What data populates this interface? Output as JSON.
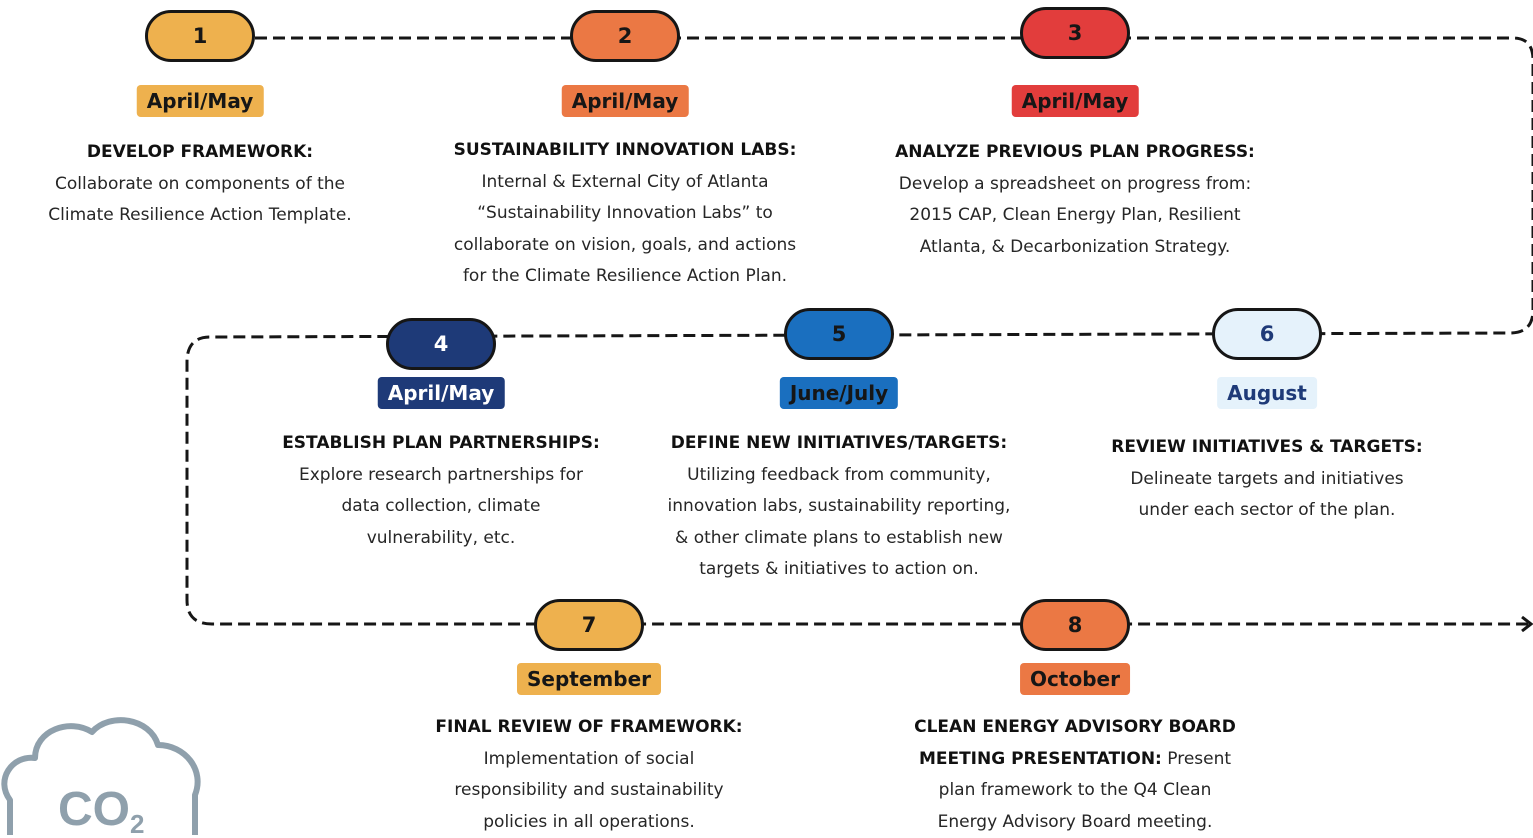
{
  "steps": [
    {
      "number": "1",
      "date": "April/May",
      "title": "DEVELOP FRAMEWORK:",
      "body": [
        "Collaborate on components of the",
        "Climate Resilience Action Template."
      ],
      "pill_color": "#EEB14E",
      "date_bg": "#EEB14E",
      "date_fg": "#161616",
      "num_fg": "#161616"
    },
    {
      "number": "2",
      "date": "April/May",
      "title": "SUSTAINABILITY INNOVATION LABS:",
      "body": [
        "Internal & External City of Atlanta",
        "“Sustainability Innovation Labs” to",
        "collaborate on vision, goals, and actions",
        "for the Climate Resilience Action Plan."
      ],
      "pill_color": "#EB7844",
      "date_bg": "#EB7844",
      "date_fg": "#161616",
      "num_fg": "#161616"
    },
    {
      "number": "3",
      "date": "April/May",
      "title": "ANALYZE PREVIOUS PLAN PROGRESS:",
      "body": [
        "Develop a spreadsheet on progress from:",
        "2015 CAP, Clean Energy Plan, Resilient",
        "Atlanta, & Decarbonization Strategy."
      ],
      "pill_color": "#E23D3C",
      "date_bg": "#E23D3C",
      "date_fg": "#161616",
      "num_fg": "#161616"
    },
    {
      "number": "4",
      "date": "April/May",
      "title": "ESTABLISH PLAN PARTNERSHIPS:",
      "body": [
        "Explore research partnerships for",
        "data collection, climate",
        "vulnerability, etc."
      ],
      "pill_color": "#1E3A78",
      "date_bg": "#1E3A78",
      "date_fg": "#ffffff",
      "num_fg": "#ffffff"
    },
    {
      "number": "5",
      "date": "June/July",
      "title": "DEFINE NEW INITIATIVES/TARGETS:",
      "body": [
        "Utilizing feedback from community,",
        "innovation labs, sustainability reporting,",
        "& other climate plans to establish new",
        "targets & initiatives to action on."
      ],
      "pill_color": "#1A6FBF",
      "date_bg": "#1A6FBF",
      "date_fg": "#161616",
      "num_fg": "#161616"
    },
    {
      "number": "6",
      "date": "August",
      "title": "REVIEW INITIATIVES & TARGETS:",
      "body": [
        "Delineate targets and initiatives",
        "under each sector of the plan."
      ],
      "pill_color": "#E5F2FB",
      "date_bg": "#E5F2FB",
      "date_fg": "#1E3A78",
      "num_fg": "#1E3A78"
    },
    {
      "number": "7",
      "date": "September",
      "title": "FINAL REVIEW OF FRAMEWORK:",
      "body": [
        "Implementation of social",
        "responsibility and sustainability",
        "policies in all operations."
      ],
      "pill_color": "#EEB14E",
      "date_bg": "#EEB14E",
      "date_fg": "#161616",
      "num_fg": "#161616"
    },
    {
      "number": "8",
      "date": "October",
      "title_lines": [
        "CLEAN ENERGY ADVISORY BOARD",
        "MEETING PRESENTATION:"
      ],
      "title_tail": " Present",
      "body": [
        "plan framework to the Q4 Clean",
        "Energy Advisory Board meeting."
      ],
      "pill_color": "#EB7844",
      "date_bg": "#EB7844",
      "date_fg": "#161616",
      "num_fg": "#161616"
    }
  ],
  "logo": {
    "text": "CO",
    "subscript": "2",
    "icon": "co2-cloud-icon",
    "color": "#8FA0AC"
  },
  "line_color": "#161616"
}
